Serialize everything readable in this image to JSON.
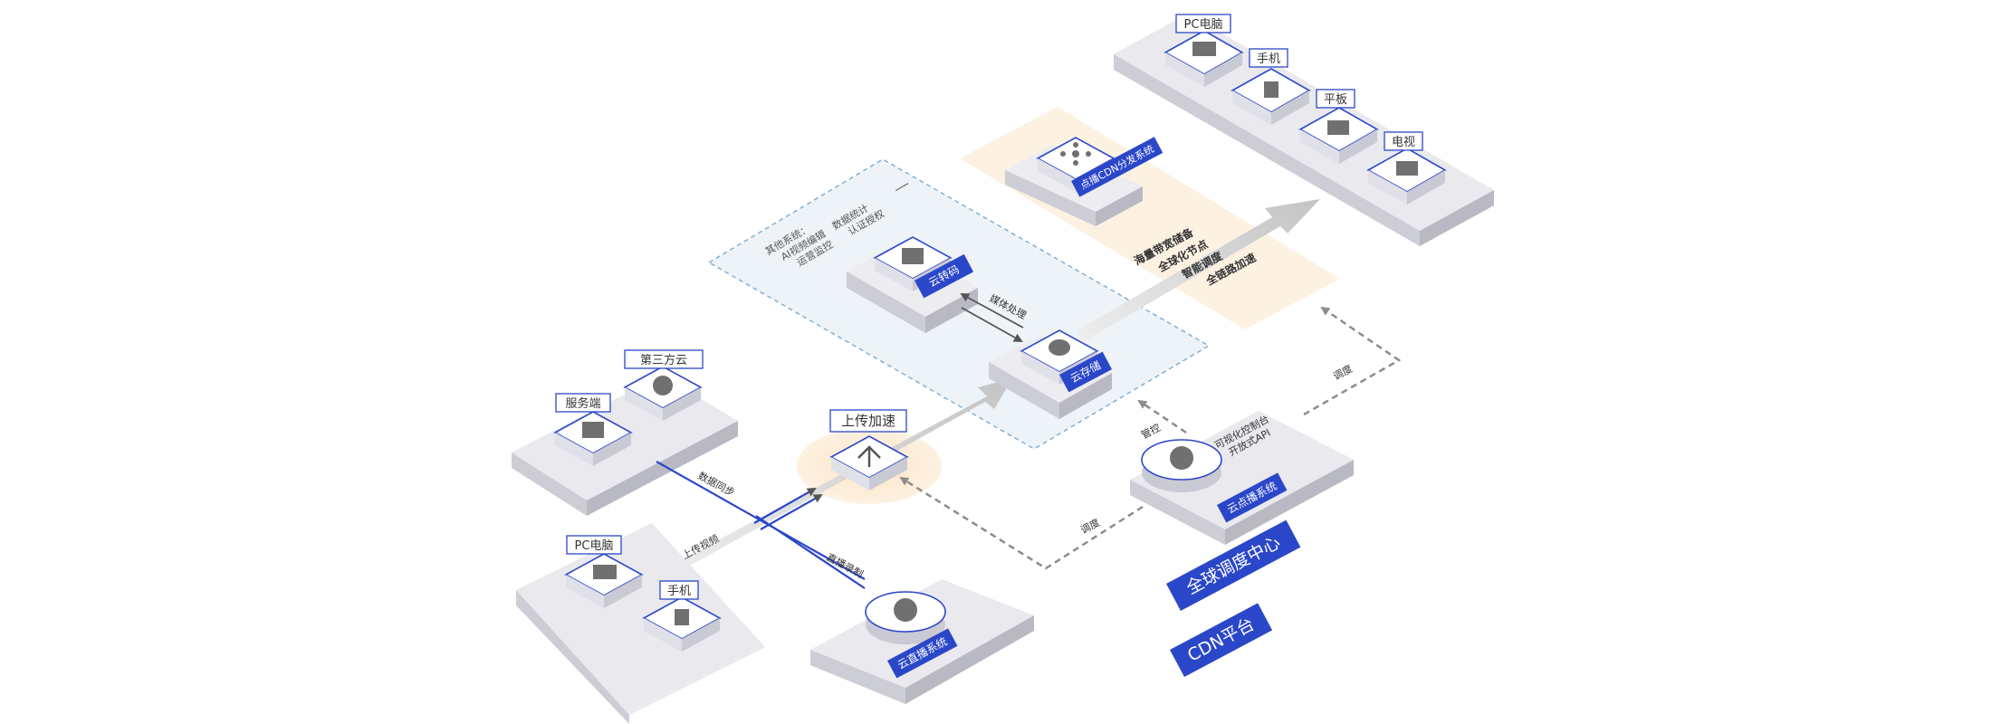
{
  "colors": {
    "brand_blue": "#2b47c9",
    "platform_gray": "#e4e4ea",
    "zone_light_blue": "#eef3f8",
    "zone_beige": "#fdf1e2",
    "arrow_gray": "#bfbfbf",
    "dashed_gray": "#8c8c8c"
  },
  "device_groups": {
    "end_users": {
      "pc": "PC电脑",
      "phone": "手机",
      "tablet": "平板",
      "tv": "电视"
    },
    "sources": {
      "server": "服务端",
      "third_party_cloud": "第三方云",
      "pc": "PC电脑",
      "phone": "手机"
    }
  },
  "nodes": {
    "upload_accel": "上传加速",
    "cloud_transcode": "云转码",
    "cloud_storage": "云存储",
    "vod_cdn": "点播CDN分发系统",
    "live_system": "云直播系统",
    "vod_system": "云点播系统"
  },
  "zone_notes": {
    "other_systems_title": "其他系统：",
    "other_systems_line1": "AI视频编辑",
    "other_systems_line2": "运营监控",
    "stats_line1": "数据统计",
    "stats_line2": "认证授权"
  },
  "cdn_features": [
    "海量带宽储备",
    "全球化节点",
    "智能调度",
    "全链路加速"
  ],
  "vod_console": [
    "可视化控制台",
    "开放式API"
  ],
  "flow_labels": {
    "data_sync": "数据同步",
    "upload_video": "上传视频",
    "live_record": "直播录制",
    "media_process": "媒体处理",
    "schedule_1": "调度",
    "schedule_2": "调度",
    "control": "管控"
  },
  "platform_badges": {
    "global_dispatch": "全球调度中心",
    "cdn_platform": "CDN平台"
  }
}
